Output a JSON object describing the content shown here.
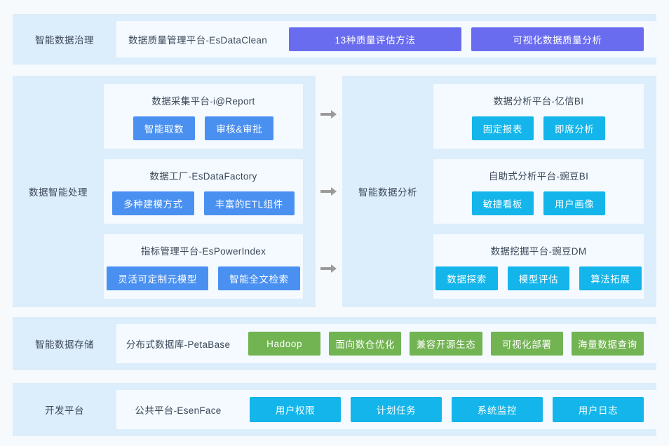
{
  "colors": {
    "page_bg": "#f7fafd",
    "band_bg": "#dcedfb",
    "card_bg": "#f4faff",
    "purple": "#6a6cf0",
    "blue": "#4a90f0",
    "cyan": "#13b5ea",
    "green": "#72b352",
    "arrow": "#9a9a9a",
    "text": "#3c4858"
  },
  "bands": {
    "governance": {
      "label": "智能数据治理",
      "platform": "数据质量管理平台-EsDataClean",
      "chips": [
        "13种质量评估方法",
        "可视化数据质量分析"
      ]
    },
    "processing": {
      "label": "数据智能处理",
      "cards": [
        {
          "title": "数据采集平台-i@Report",
          "chips": [
            "智能取数",
            "审核&审批"
          ]
        },
        {
          "title": "数据工厂-EsDataFactory",
          "chips": [
            "多种建模方式",
            "丰富的ETL组件"
          ]
        },
        {
          "title": "指标管理平台-EsPowerIndex",
          "chips": [
            "灵活可定制元模型",
            "智能全文检索"
          ]
        }
      ]
    },
    "analysis": {
      "label": "智能数据分析",
      "cards": [
        {
          "title": "数据分析平台-亿信BI",
          "chips": [
            "固定报表",
            "即席分析"
          ]
        },
        {
          "title": "自助式分析平台-豌豆BI",
          "chips": [
            "敏捷看板",
            "用户画像"
          ]
        },
        {
          "title": "数据挖掘平台-豌豆DM",
          "chips": [
            "数据探索",
            "模型评估",
            "算法拓展"
          ]
        }
      ]
    },
    "storage": {
      "label": "智能数据存储",
      "platform": "分布式数据库-PetaBase",
      "chips": [
        "Hadoop",
        "面向数仓优化",
        "兼容开源生态",
        "可视化部署",
        "海量数据查询"
      ]
    },
    "development": {
      "label": "开发平台",
      "platform": "公共平台-EsenFace",
      "chips": [
        "用户权限",
        "计划任务",
        "系统监控",
        "用户日志"
      ]
    }
  },
  "arrows": {
    "icon": "arrow-right-icon",
    "count": 3
  }
}
